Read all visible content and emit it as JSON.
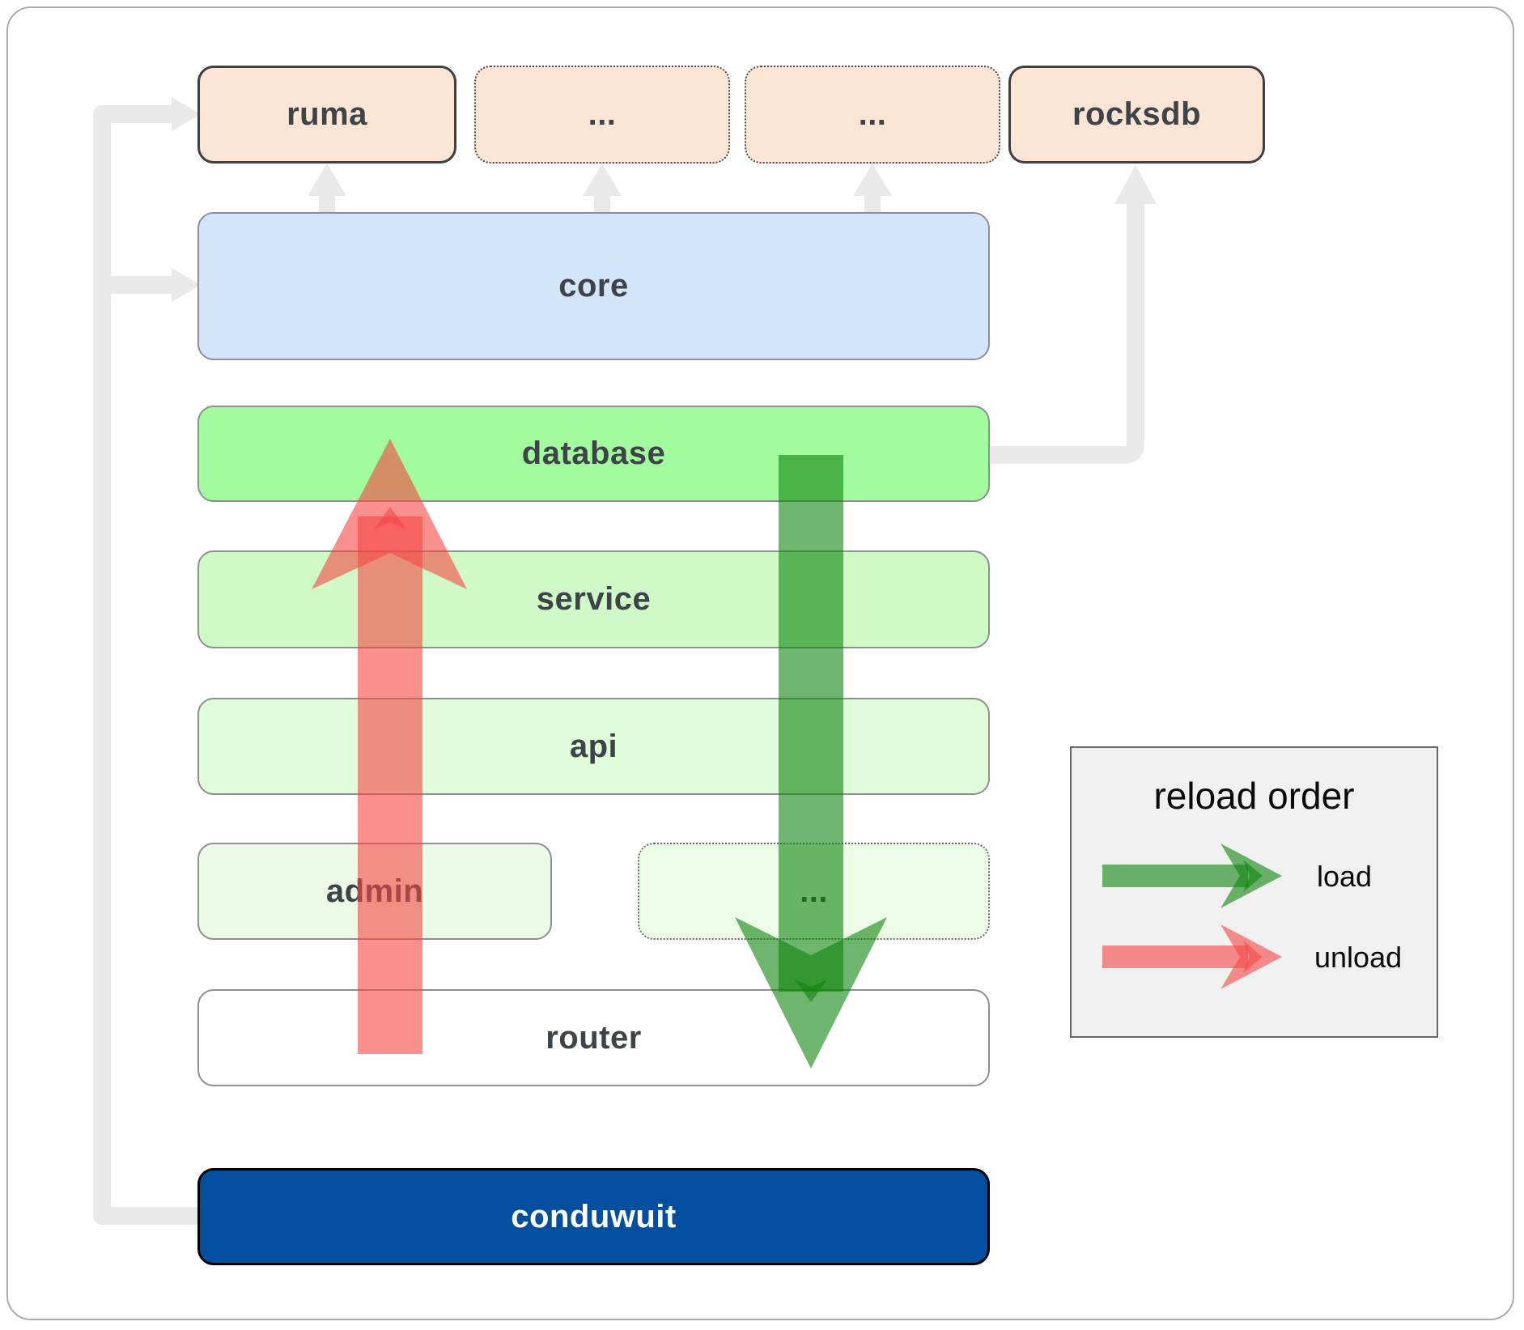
{
  "nodes": {
    "ruma": "ruma",
    "top_ellipsis_1": "...",
    "top_ellipsis_2": "...",
    "rocksdb": "rocksdb",
    "core": "core",
    "database": "database",
    "service": "service",
    "api": "api",
    "admin": "admin",
    "admin_row_ellipsis": "...",
    "router": "router",
    "conduwuit": "conduwuit"
  },
  "legend": {
    "title": "reload order",
    "items": [
      {
        "label": "load",
        "color": "#0e830e"
      },
      {
        "label": "unload",
        "color": "#f54642"
      }
    ]
  },
  "colors": {
    "load_arrow": "#0e830e",
    "unload_arrow": "#f54642",
    "connector": "#e9e9e9",
    "ruma_fill": "#fce5d5",
    "core_fill": "#d3e5fa",
    "database_fill": "#a2fb9e",
    "service_fill": "#cffac7",
    "api_fill": "#defcd8",
    "admin_fill": "#ebfbe5",
    "router_fill": "#ffffff",
    "conduwuit_fill": "#044ea0",
    "legend_bg": "#f0f0f0"
  }
}
